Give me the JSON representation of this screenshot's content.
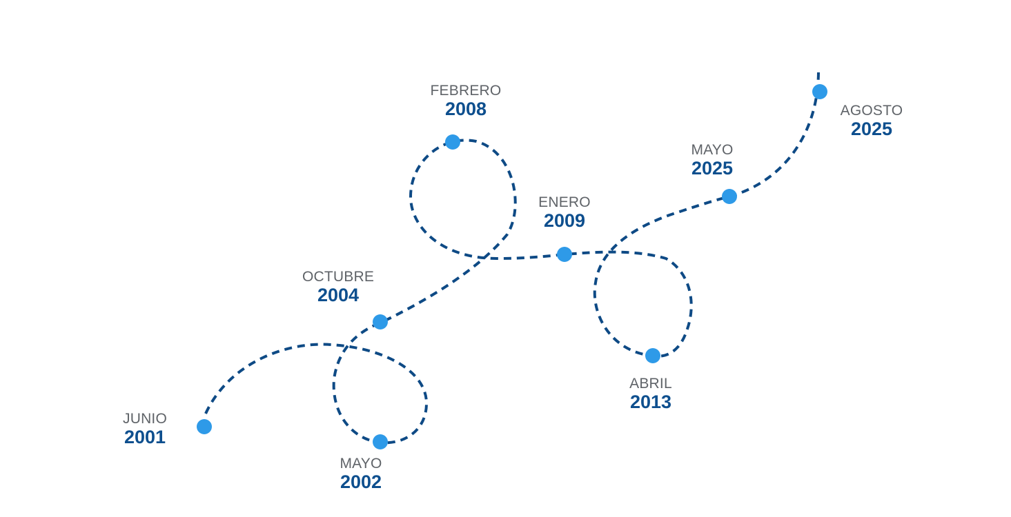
{
  "milestones": [
    {
      "month": "JUNIO",
      "year": "2001"
    },
    {
      "month": "MAYO",
      "year": "2002"
    },
    {
      "month": "OCTUBRE",
      "year": "2004"
    },
    {
      "month": "FEBRERO",
      "year": "2008"
    },
    {
      "month": "ENERO",
      "year": "2009"
    },
    {
      "month": "ABRIL",
      "year": "2013"
    },
    {
      "month": "MAYO",
      "year": "2025"
    },
    {
      "month": "AGOSTO",
      "year": "2025"
    }
  ],
  "colors": {
    "path": "#0e4a85",
    "dot": "#2e9ae8",
    "month_text": "#5f6368",
    "year_text": "#0e4f8e"
  }
}
